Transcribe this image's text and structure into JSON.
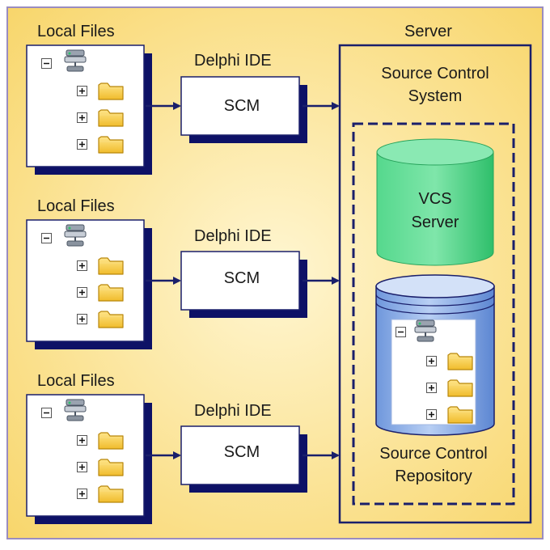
{
  "colors": {
    "background_center": "#fff3c8",
    "background_edge": "#f7d56a",
    "border": "#1a1f6b",
    "shadow": "#0d1166",
    "panel": "#ffffff",
    "vcs_green": "#3fd27e",
    "repo_blue": "#7fa5e6",
    "folder": "#f5c945"
  },
  "local_groups": [
    {
      "title": "Local Files",
      "ide_label": "Delphi IDE",
      "scm_label": "SCM",
      "folders": 3
    },
    {
      "title": "Local Files",
      "ide_label": "Delphi IDE",
      "scm_label": "SCM",
      "folders": 3
    },
    {
      "title": "Local Files",
      "ide_label": "Delphi IDE",
      "scm_label": "SCM",
      "folders": 3
    }
  ],
  "server": {
    "title": "Server",
    "system_label_line1": "Source Control",
    "system_label_line2": "System",
    "vcs_line1": "VCS",
    "vcs_line2": "Server",
    "repo_line1": "Source Control",
    "repo_line2": "Repository"
  },
  "icons": {
    "tree_root": "network-server-icon",
    "expand": "plus-box-icon",
    "collapse": "minus-box-icon",
    "folder": "folder-icon"
  }
}
